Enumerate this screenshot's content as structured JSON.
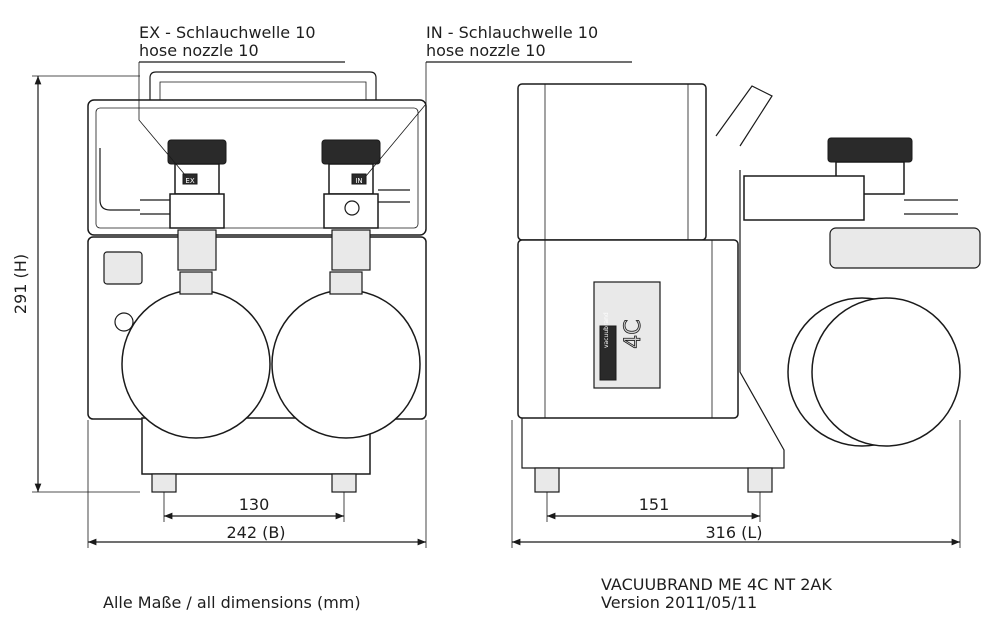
{
  "labels": {
    "ex_line1": "EX - Schlauchwelle 10",
    "ex_line2": "hose nozzle 10",
    "in_line1": "IN - Schlauchwelle 10",
    "in_line2": "hose nozzle 10",
    "footer_left": "Alle Maße / all dimensions (mm)",
    "footer_right_line1": "VACUUBRAND ME 4C NT 2AK",
    "footer_right_line2": "Version 2011/05/11",
    "panel_mark": "4C",
    "panel_logo": "vacuubrand"
  },
  "dimensions": {
    "height": "291 (H)",
    "front_feet": "130",
    "front_width": "242 (B)",
    "side_feet": "151",
    "side_length": "316 (L)"
  },
  "connector_marks": {
    "left": "EX",
    "right": "IN"
  }
}
